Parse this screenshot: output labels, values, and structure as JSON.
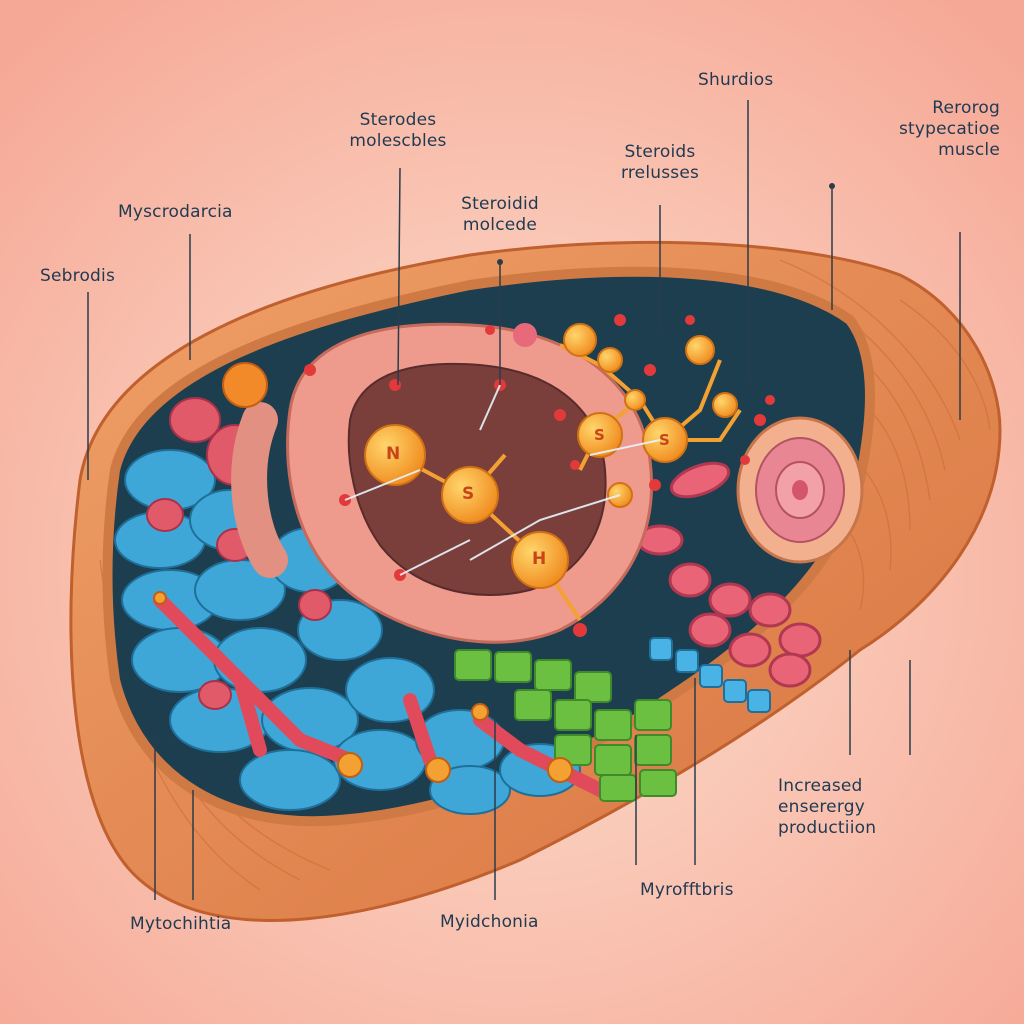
{
  "diagram": {
    "background_color": "#f7b4a2",
    "muscle_color": "#e48a55",
    "interior_color": "#1d3e4f",
    "accent_colors": {
      "ring": "#ee9a8c",
      "molecule": "#f3a133",
      "cells_blue": "#3fa7d8",
      "cells_green": "#6cc041",
      "cells_red": "#e05a6a"
    },
    "labels": {
      "sebrodis": {
        "lines": [
          "Sebrodis"
        ]
      },
      "mysrodarcia": {
        "lines": [
          "Myscrodarcia"
        ]
      },
      "sterodes_molescbles": {
        "lines": [
          "Sterodes",
          "molescbles"
        ]
      },
      "steroidid_molcede": {
        "lines": [
          "Steroidid",
          "molcede"
        ]
      },
      "steroids_rreluses": {
        "lines": [
          "Steroids",
          "rrelusses"
        ]
      },
      "shurdios": {
        "lines": [
          "Shurdios"
        ]
      },
      "rerorg_muscle": {
        "lines": [
          "Rerorog",
          "stypecatioe",
          "muscle"
        ]
      },
      "increased_energy": {
        "lines": [
          "Increased",
          "enserergy",
          "productiion"
        ]
      },
      "myrofhbris": {
        "lines": [
          "Myrofftbris"
        ]
      },
      "myidchonia": {
        "lines": [
          "Myidchonia"
        ]
      },
      "mytochihtia": {
        "lines": [
          "Mytochihtia"
        ]
      }
    },
    "molecule_letters": [
      "N",
      "S",
      "H",
      "S",
      "S"
    ]
  }
}
